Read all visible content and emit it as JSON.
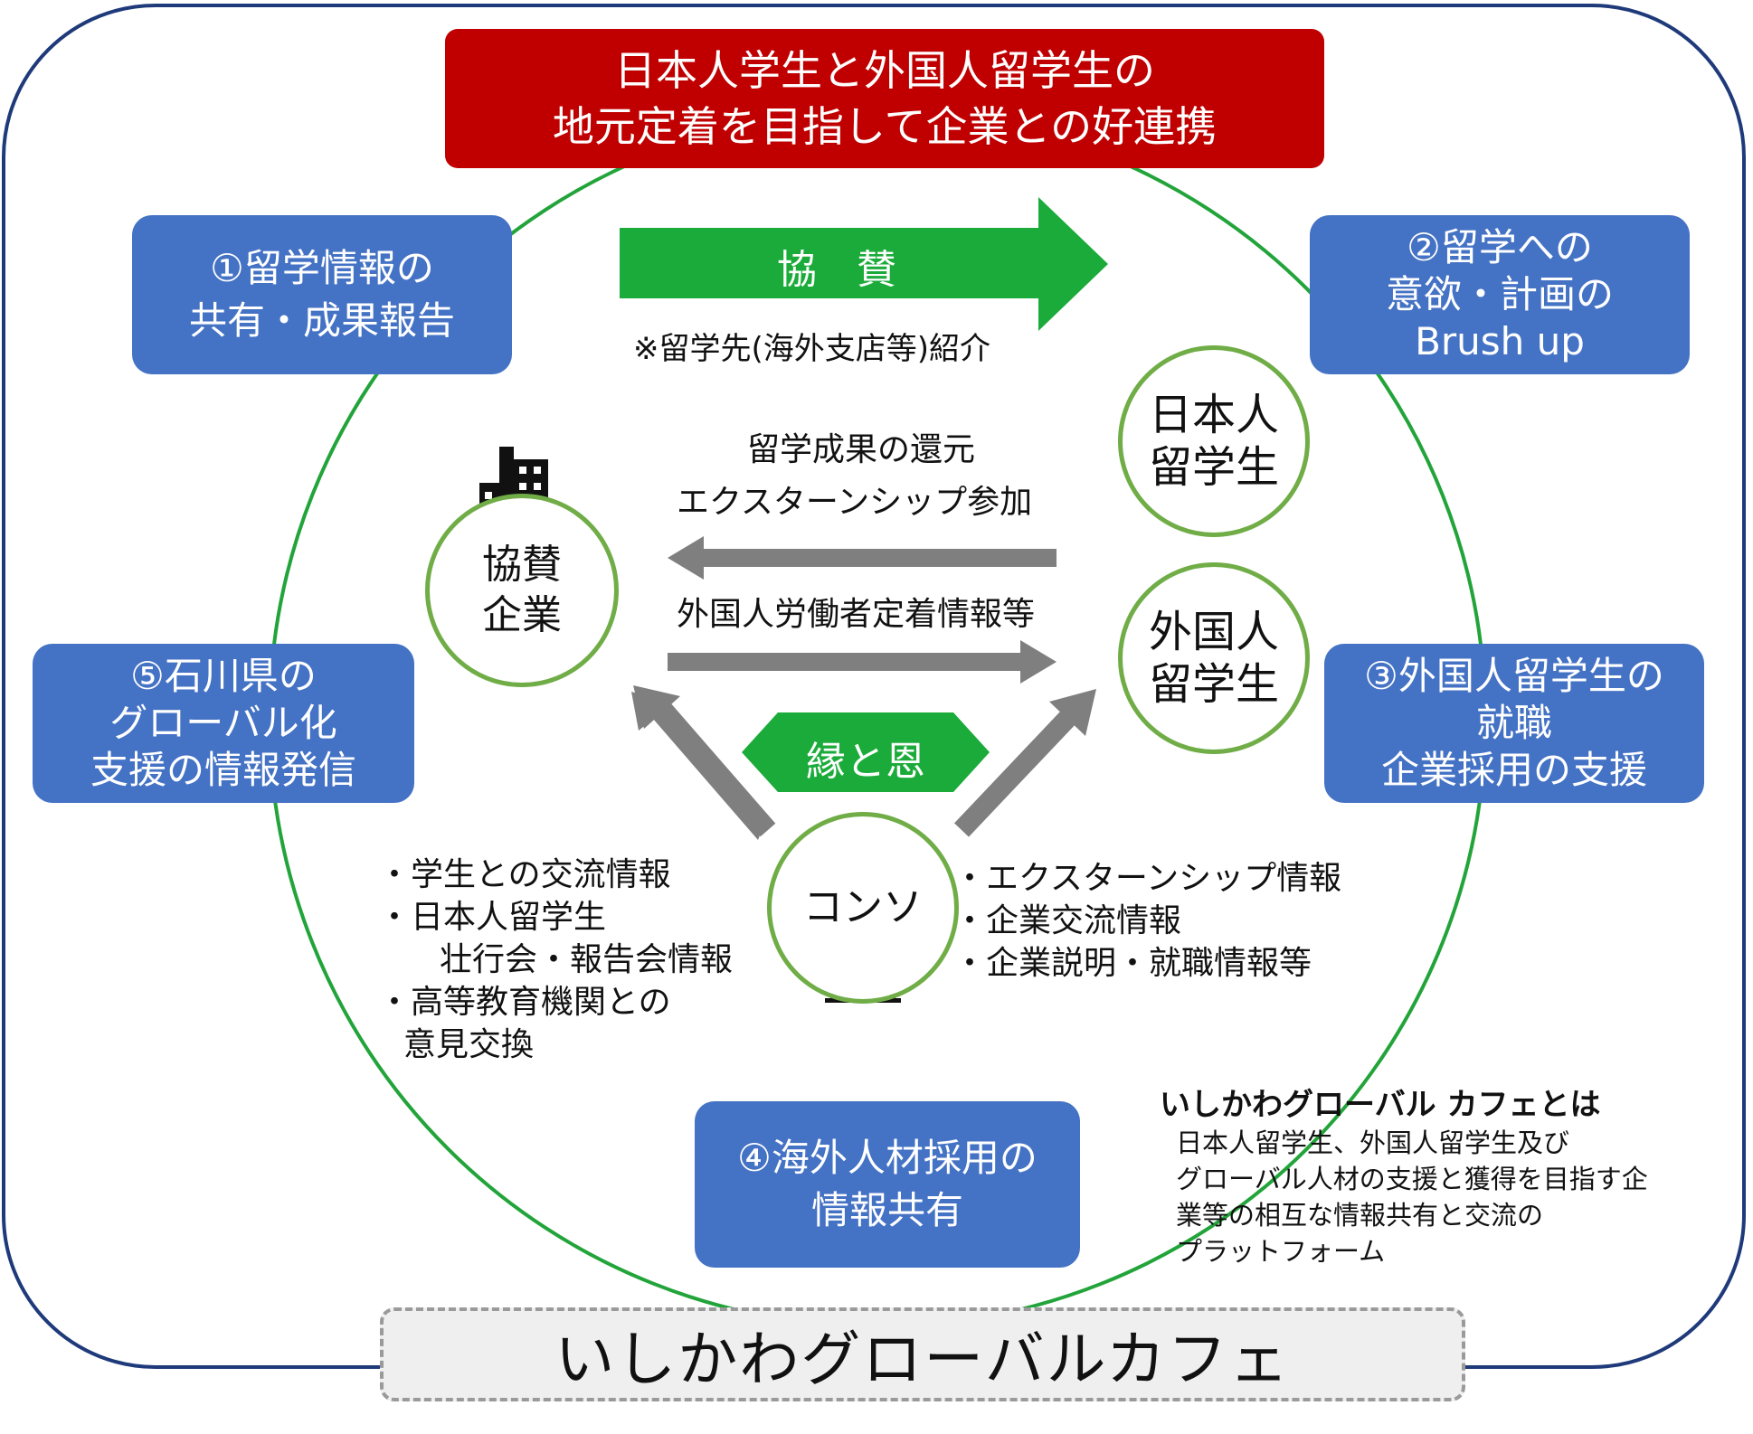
{
  "banner": {
    "line1": "日本人学生と外国人留学生の",
    "line2": "地元定着を目指して企業との好連携"
  },
  "boxes": {
    "b1": {
      "line1": "①留学情報の",
      "line2": "共有・成果報告"
    },
    "b2": {
      "line1": "②留学への",
      "line2": "意欲・計画の",
      "line3": "Brush up"
    },
    "b3": {
      "line1": "③外国人留学生の",
      "line2": "就職",
      "line3": "企業採用の支援"
    },
    "b4": {
      "line1": "④海外人材採用の",
      "line2": "情報共有"
    },
    "b5": {
      "line1": "⑤石川県の",
      "line2": "グローバル化",
      "line3": "支援の情報発信"
    }
  },
  "sponsor_arrow": {
    "label": "協　賛",
    "note": "※留学先(海外支店等)紹介"
  },
  "en_arrow": {
    "label": "縁と恩"
  },
  "circles": {
    "company": {
      "line1": "協賛",
      "line2": "企業"
    },
    "japanese": {
      "line1": "日本人",
      "line2": "留学生"
    },
    "foreign": {
      "line1": "外国人",
      "line2": "留学生"
    },
    "consortium": {
      "label": "コンソ"
    }
  },
  "flows": {
    "return_line1": "留学成果の還元",
    "return_line2": "エクスターンシップ参加",
    "foreign_info": "外国人労働者定着情報等"
  },
  "left_list": [
    "・学生との交流情報",
    "・日本人留学生",
    "壮行会・報告会情報",
    "・高等教育機関との",
    "意見交換"
  ],
  "right_list": [
    "・エクスターンシップ情報",
    "・企業交流情報",
    "・企業説明・就職情報等"
  ],
  "about": {
    "head": "いしかわグローバル カフェとは",
    "lines": [
      "日本人留学生、外国人留学生及び",
      "グローバル人材の支援と獲得を目指す企",
      "業等の相互な情報共有と交流の",
      "プラットフォーム"
    ]
  },
  "footer": "いしかわグローバルカフェ",
  "icons": {
    "building_left": "office-building-icon",
    "building_consortium": "consortium-building-icon"
  },
  "colors": {
    "banner": "#c00000",
    "box": "#4472c4",
    "green": "#22b14c",
    "circle_border": "#70ad47",
    "frame": "#1f3a7a",
    "gray_arrow": "#7f7f7f"
  }
}
